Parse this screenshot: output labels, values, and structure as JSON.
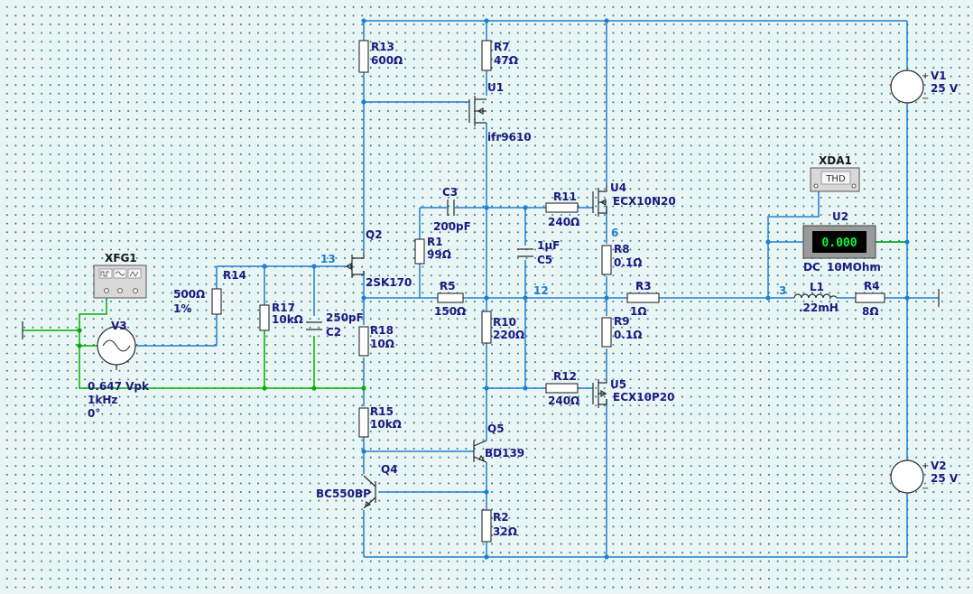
{
  "components": {
    "R13": {
      "name": "R13",
      "value": "600Ω"
    },
    "R7": {
      "name": "R7",
      "value": "47Ω"
    },
    "U1": {
      "name": "U1",
      "value": "ifr9610"
    },
    "V1": {
      "name": "V1",
      "value": "25 V"
    },
    "V2": {
      "name": "V2",
      "value": "25 V"
    },
    "XDA1": {
      "name": "XDA1",
      "display": "THD"
    },
    "U2": {
      "name": "U2",
      "reading": "0.000",
      "mode": "DC",
      "impedance": "10MOhm"
    },
    "U4": {
      "name": "U4",
      "value": "ECX10N20"
    },
    "U5": {
      "name": "U5",
      "value": "ECX10P20"
    },
    "C3": {
      "name": "C3",
      "value": "200pF"
    },
    "R11": {
      "name": "R11",
      "value": "240Ω"
    },
    "R12": {
      "name": "R12",
      "value": "240Ω"
    },
    "R1": {
      "name": "R1",
      "value": "99Ω"
    },
    "C5": {
      "name": "C5",
      "value": "1µF"
    },
    "R8": {
      "name": "R8",
      "value": "0.1Ω"
    },
    "R9": {
      "name": "R9",
      "value": "0.1Ω"
    },
    "Q2": {
      "name": "Q2",
      "value": "2SK170"
    },
    "XFG1": {
      "name": "XFG1"
    },
    "R14": {
      "name": "R14",
      "value": "500Ω",
      "tol": "1%"
    },
    "R17": {
      "name": "R17",
      "value": "10kΩ"
    },
    "C2": {
      "name": "C2",
      "value": "250pF"
    },
    "R18": {
      "name": "R18",
      "value": "10Ω"
    },
    "R5": {
      "name": "R5",
      "value": "150Ω"
    },
    "R3": {
      "name": "R3",
      "value": "1Ω"
    },
    "L1": {
      "name": "L1",
      "value": ".22mH"
    },
    "R4": {
      "name": "R4",
      "value": "8Ω"
    },
    "R10": {
      "name": "R10",
      "value": "220Ω"
    },
    "V3": {
      "name": "V3",
      "amp": "0.647 Vpk",
      "freq": "1kHz",
      "phase": "0°"
    },
    "R15": {
      "name": "R15",
      "value": "10kΩ"
    },
    "Q5": {
      "name": "Q5",
      "value": "BD139"
    },
    "Q4": {
      "name": "Q4",
      "value": "BC550BP"
    },
    "R2": {
      "name": "R2",
      "value": "32Ω"
    }
  },
  "nets": {
    "n13": "13",
    "n6": "6",
    "n12": "12",
    "n3": "3"
  },
  "polarity": {
    "plus": "+",
    "minus": "−"
  },
  "colors": {
    "wire": "#1f7fd0",
    "ground_wire": "#00b000",
    "label": "#1a1a80",
    "background": "#eaf6f6"
  }
}
